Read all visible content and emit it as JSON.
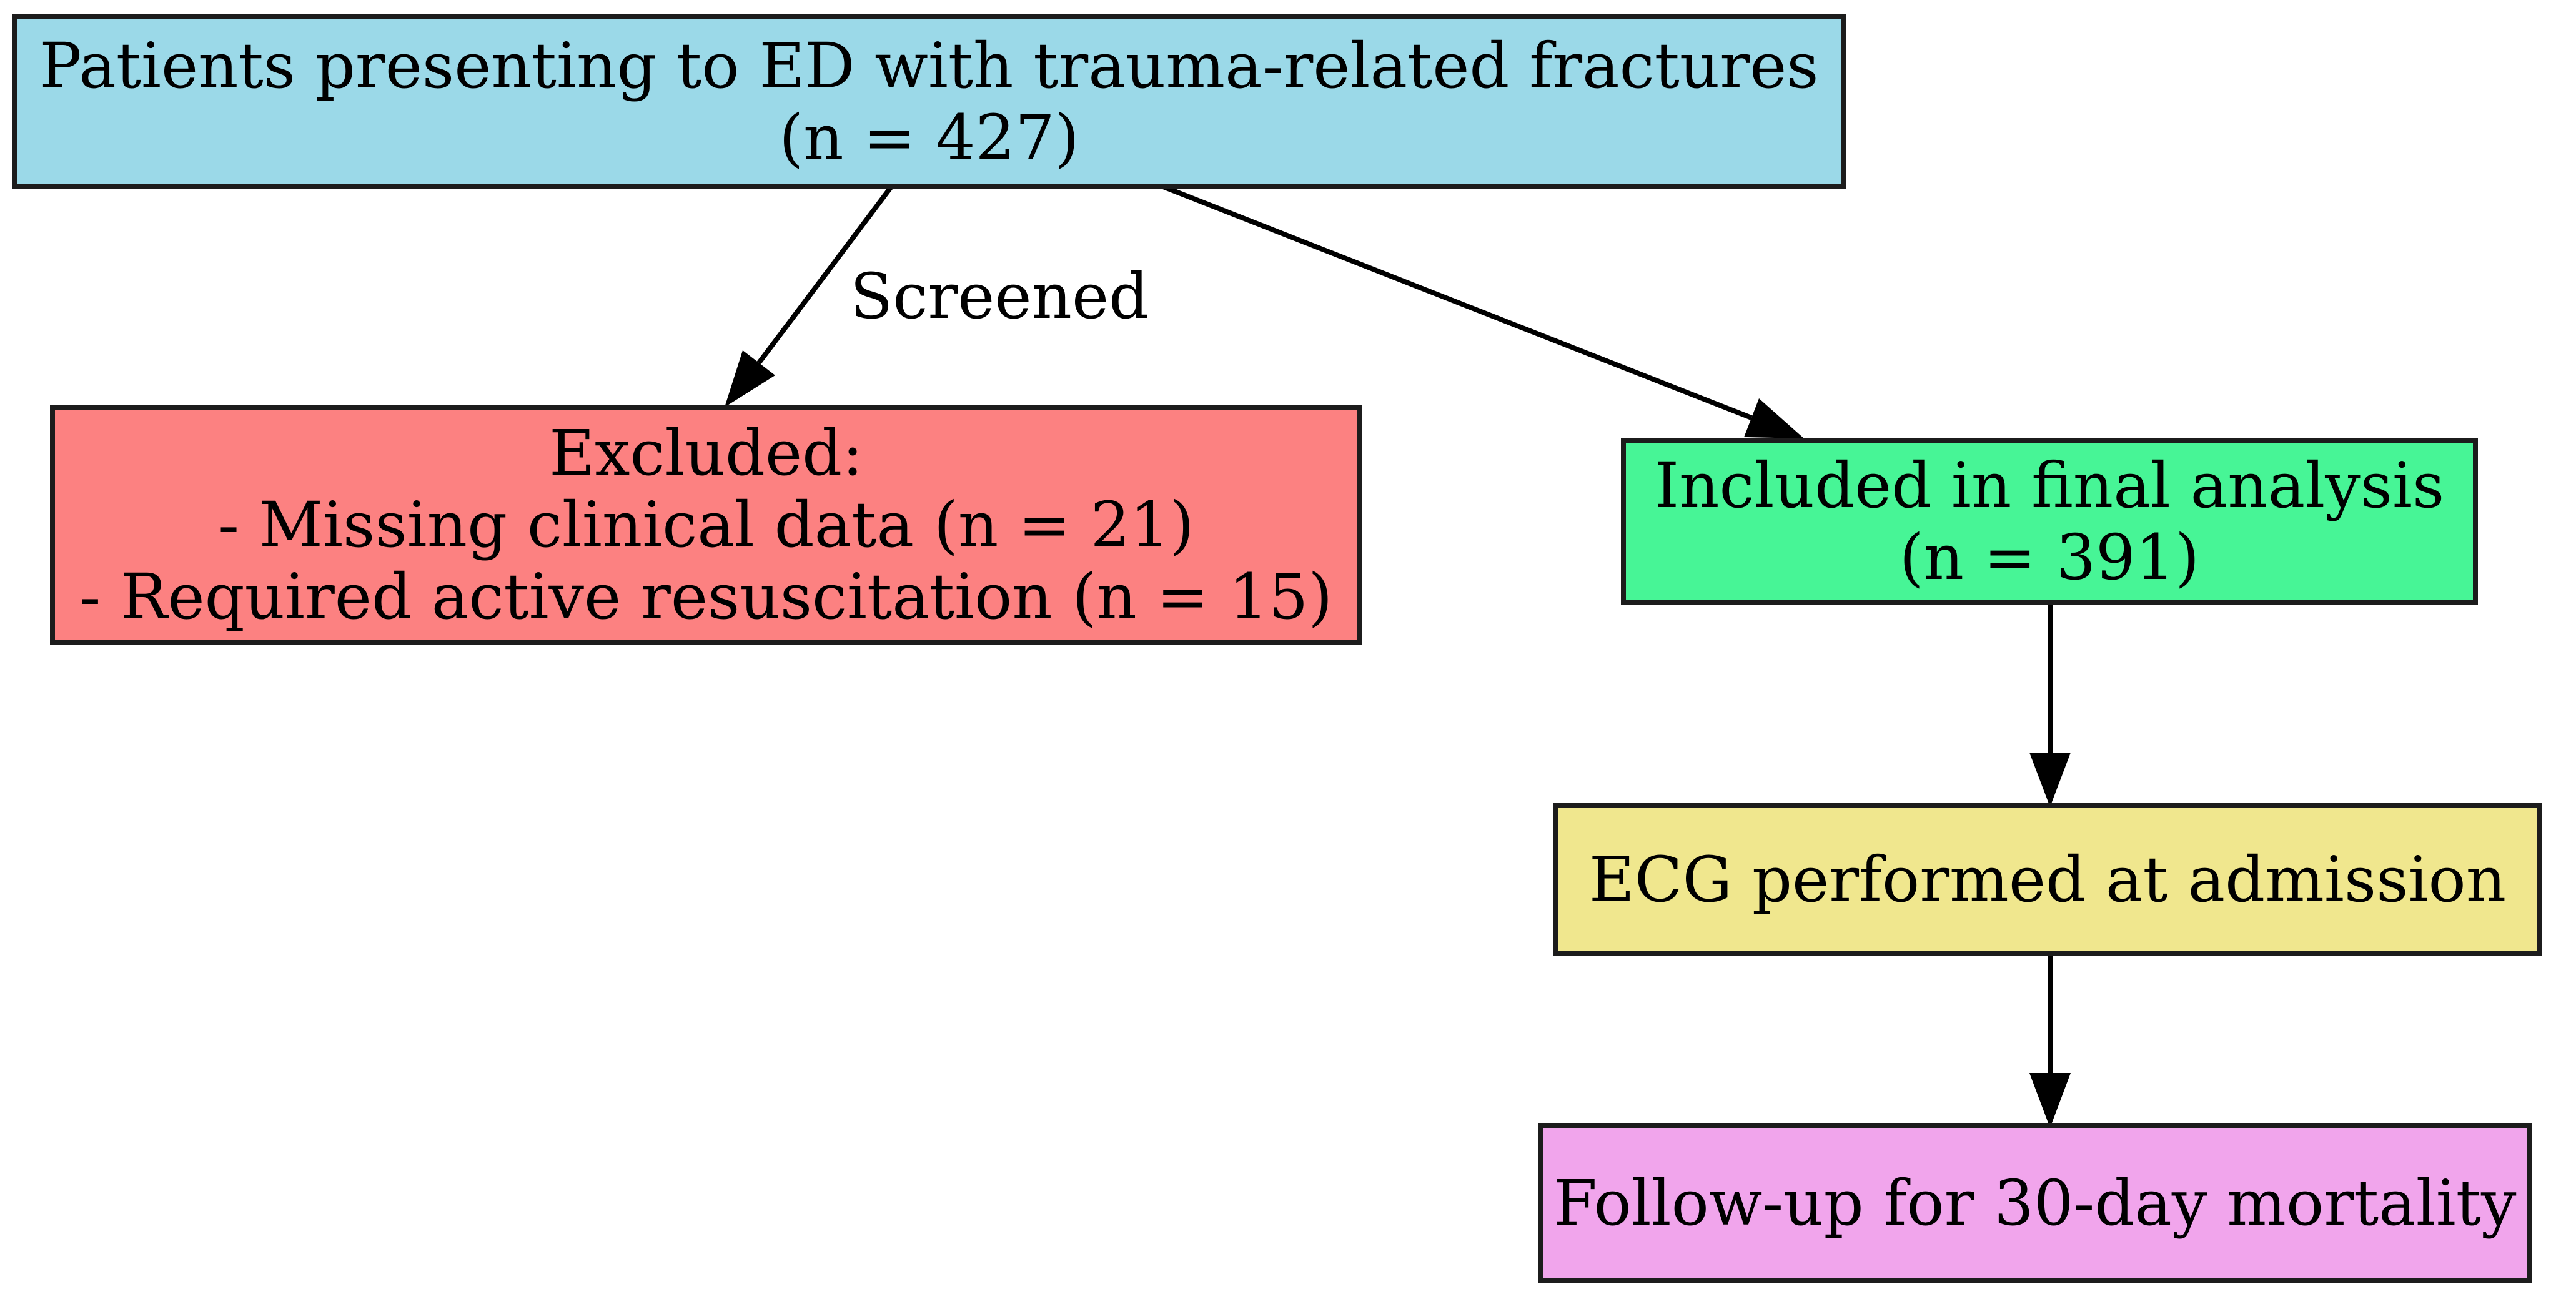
{
  "diagram": {
    "type": "flowchart",
    "background": "#ffffff",
    "border_color": "#1c1c1c",
    "edge_color": "#000000",
    "text_color": "#000000",
    "nodes": {
      "source": {
        "line1": "Patients presenting to ED with trauma-related fractures",
        "line2": "(n = 427)",
        "fill": "#9bd9e8"
      },
      "excluded": {
        "line1": "Excluded:",
        "line2": "- Missing clinical data (n = 21)",
        "line3": "- Required active resuscitation (n = 15)",
        "fill": "#fc8181"
      },
      "included": {
        "line1": "Included in final analysis",
        "line2": "(n = 391)",
        "fill": "#47f596"
      },
      "ecg": {
        "line1": "ECG performed at admission",
        "fill": "#f0e78e"
      },
      "followup": {
        "line1": "Follow-up for 30-day mortality",
        "fill": "#f1a5ec"
      }
    },
    "edges": {
      "screened": {
        "from": "source",
        "to": "excluded",
        "label": "Screened"
      },
      "included": {
        "from": "source",
        "to": "included"
      },
      "ecg": {
        "from": "included",
        "to": "ecg"
      },
      "followup": {
        "from": "ecg",
        "to": "followup"
      }
    }
  }
}
